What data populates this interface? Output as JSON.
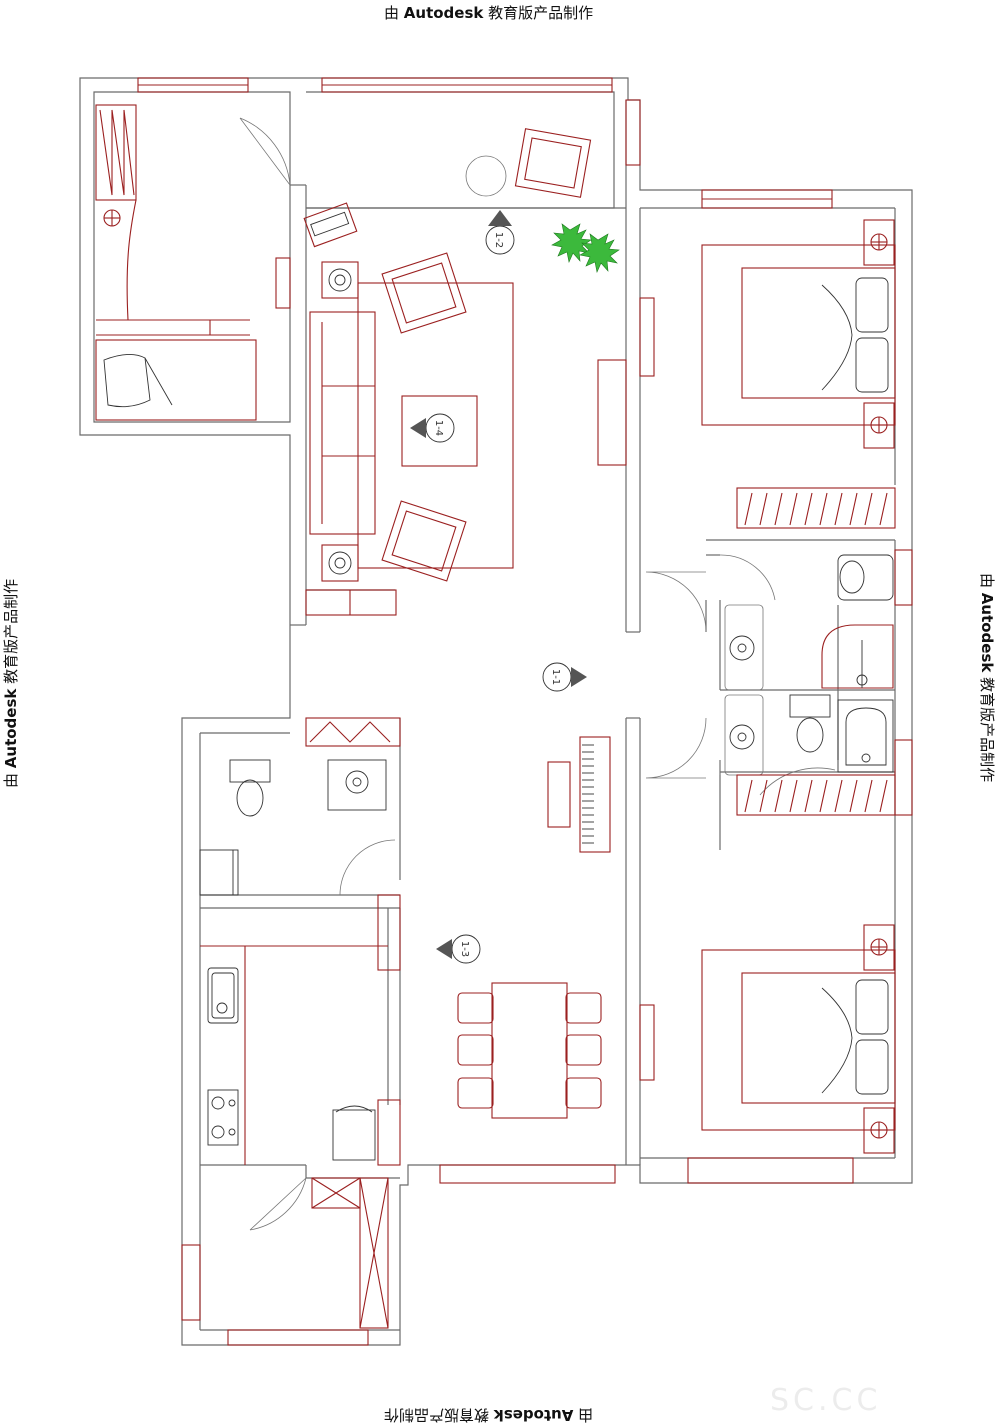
{
  "stamp": {
    "prefix": "由",
    "brand": "Autodesk",
    "suffix": "教育版产品制作"
  },
  "markers": [
    "1-1",
    "1-2",
    "1-3",
    "1-4"
  ],
  "watermark": "SC.CC",
  "colors": {
    "wall": "#6b6b6b",
    "furniture": "#9b2020",
    "plant": "#2aa82a",
    "background": "#ffffff"
  }
}
